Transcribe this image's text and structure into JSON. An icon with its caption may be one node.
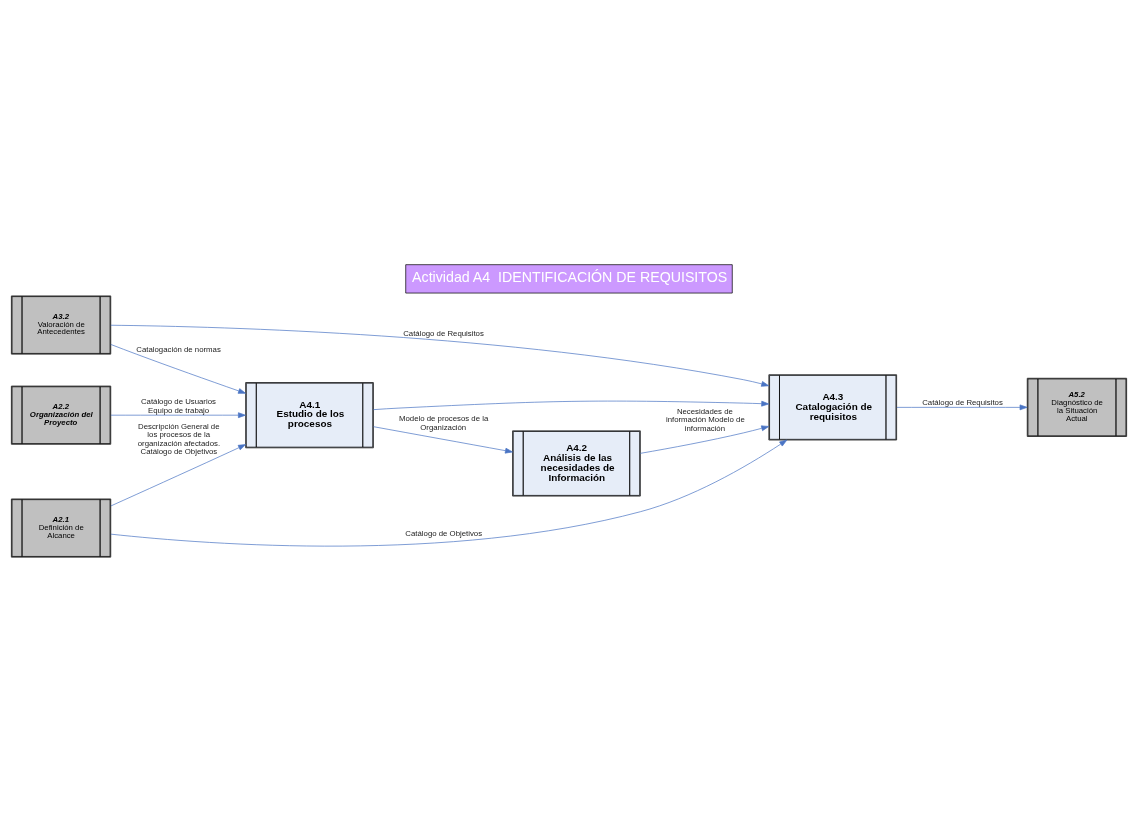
{
  "diagram": {
    "title": "Actividad A4  IDENTIFICACIÓN DE REQUISITOS",
    "nodes": [
      {
        "text": [
          "A2.1",
          "Definición de Alcance"
        ]
      },
      {
        "text": [
          "A2.2",
          "Organización del Proyecto"
        ]
      },
      {
        "text": [
          "A3.2",
          "Valoración de Antecedentes"
        ]
      },
      {
        "text": [
          "A4.1",
          "Estudio de los procesos"
        ]
      },
      {
        "text": [
          "A4.2",
          "Análisis de las necesidades de Información"
        ]
      },
      {
        "text": [
          "A4.3",
          "Catalogación de requisitos"
        ]
      },
      {
        "text": [
          "A5.2",
          "Diagnóstico de la Situación Actual"
        ]
      }
    ],
    "edges": [
      {
        "from": 0,
        "to": 3,
        "arrow": "to",
        "label": "Descripción General de los procesos de la organización afectados. Catálogo de Objetivos"
      },
      {
        "from": 0,
        "to": 5,
        "arrow": "to",
        "label": "Catálogo de Objetivos"
      },
      {
        "from": 1,
        "to": 3,
        "arrow": "to",
        "label": "Catálogo de Usuarios Equipo de trabajo"
      },
      {
        "from": 2,
        "to": 3,
        "arrow": "to",
        "label": "Catalogación de normas"
      },
      {
        "from": 2,
        "to": 5,
        "arrow": "to",
        "label": "Catálogo de Requisitos"
      },
      {
        "from": 3,
        "to": 4,
        "arrow": "to",
        "label": "Modelo de procesos de la Organización"
      },
      {
        "from": 3,
        "to": 5,
        "arrow": "to"
      },
      {
        "from": 4,
        "to": 5,
        "arrow": "to",
        "label": "Necesidades de información Modelo de información"
      },
      {
        "from": 5,
        "to": 6,
        "arrow": "to",
        "label": "Catálogo de Requisitos"
      }
    ]
  }
}
